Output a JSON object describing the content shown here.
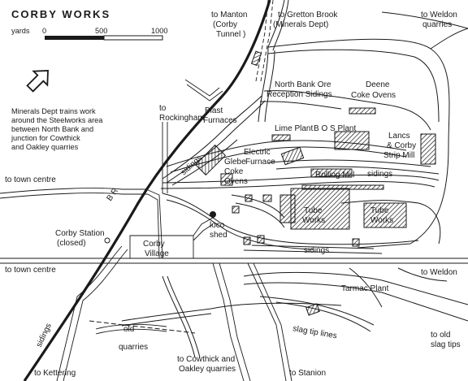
{
  "map": {
    "title": "CORBY  WORKS",
    "scale": {
      "unit_label": "yards",
      "ticks": [
        "0",
        "500",
        "1000"
      ]
    },
    "note_lines": [
      "Minerals Dept trains work",
      "around the Steelworks area",
      "between North Bank and",
      "junction for Cowthick",
      "and Oakley quarries"
    ],
    "north_arrow_icon": "north-arrow-icon",
    "colors": {
      "ink": "#1a1a1a",
      "paper": "#ffffff"
    },
    "labels": {
      "to_manton": [
        "to Manton",
        "(Corby",
        "Tunnel )"
      ],
      "to_gretton": [
        "to Gretton Brook",
        "(Minerals  Dept)"
      ],
      "to_weldon_quarries": [
        "to Weldon",
        "quarries"
      ],
      "north_bank": [
        "North Bank Ore",
        "Reception Sidings"
      ],
      "deene": [
        "Deene",
        "Coke Ovens"
      ],
      "to_rockingham": [
        "to",
        "Rockingham"
      ],
      "blast": [
        "Blast",
        "Furnaces"
      ],
      "lime_plant": "Lime Plant",
      "bos_plant": "B O S  Plant",
      "lancs": [
        "Lancs",
        "& Corby",
        "Strip Mill"
      ],
      "electric": [
        "Electric",
        "Furnace"
      ],
      "glebe": [
        "Glebe",
        "Coke",
        "Ovens"
      ],
      "sidings_diag": "sidings",
      "rolling_mill": "Rolling Mill",
      "sidings_right": "sidings",
      "to_town_centre_1": "to town centre",
      "br": "B  R",
      "tube_works_1": [
        "Tube",
        "Works"
      ],
      "tube_works_2": [
        "Tube",
        "Works"
      ],
      "loco_shed": [
        "loco",
        "shed"
      ],
      "corby_station": [
        "Corby Station",
        "(closed)"
      ],
      "corby_village": [
        "Corby",
        "Village"
      ],
      "sidings_bottom": "sidings",
      "to_town_centre_2": "to town centre",
      "to_weldon": "to Weldon",
      "tarmac": "Tarmac Plant",
      "sidings_rail": "sidings",
      "old": "old",
      "quarries": "quarries",
      "slag_tip_lines": "slag tip lines",
      "to_old_slag": [
        "to old",
        "slag tips"
      ],
      "to_cowthick": [
        "to Cowthick and",
        "Oakley quarries"
      ],
      "to_kettering": "to Kettering",
      "to_stanion": "to Stanion"
    }
  }
}
